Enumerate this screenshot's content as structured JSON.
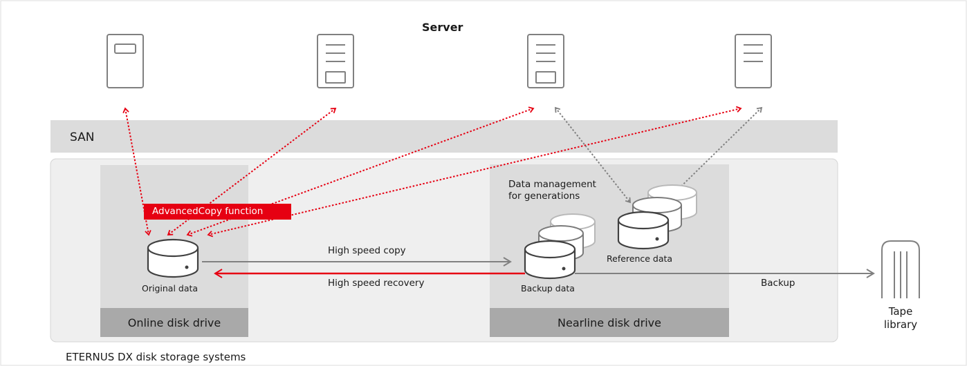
{
  "diagram": {
    "server_label": "Server",
    "san_label": "SAN",
    "system_label": "ETERNUS DX disk storage systems",
    "online_drive_label": "Online disk drive",
    "nearline_drive_label": "Nearline disk drive",
    "original_data_label": "Original data",
    "backup_data_label": "Backup data",
    "reference_data_label": "Reference data",
    "data_management_label_line1": "Data management",
    "data_management_label_line2": "for generations",
    "advanced_copy_label": "AdvancedCopy function",
    "high_speed_copy_label": "High speed copy",
    "high_speed_recovery_label": "High speed recovery",
    "backup_label": "Backup",
    "tape_library_line1": "Tape",
    "tape_library_line2": "library",
    "colors": {
      "accent_red": "#e60012",
      "gray_arrow": "#808080",
      "san_band": "#dcdcdc",
      "system_bg": "#efefef",
      "drive_panel": "#dcdcdc",
      "drive_footer": "#a9a9a9",
      "frame": "#dddddd"
    }
  }
}
